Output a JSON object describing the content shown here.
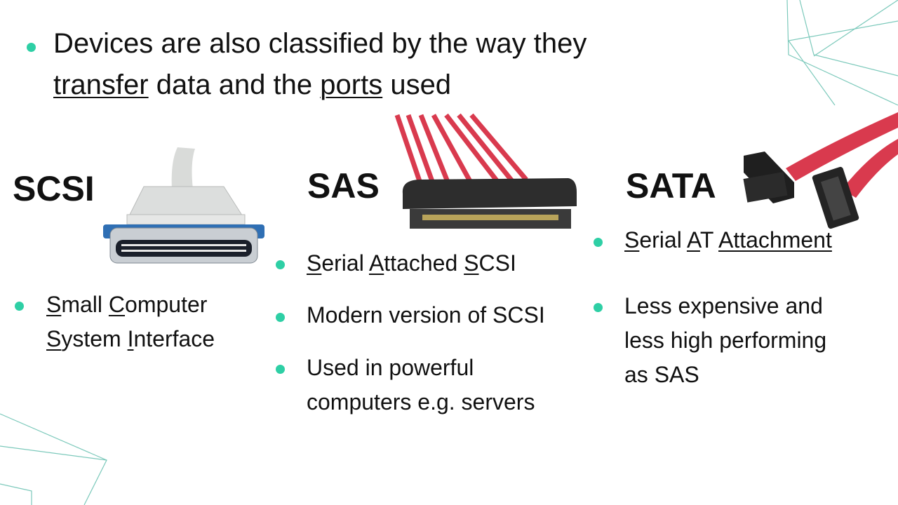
{
  "intro": {
    "line1": "Devices are also classified by the way they",
    "line2_link1": "transfer",
    "line2_mid": " data and the ",
    "line2_link2": "ports",
    "line2_end": " used"
  },
  "scsi": {
    "title": "SCSI",
    "b1_a": "S",
    "b1_b": "mall ",
    "b1_c": "C",
    "b1_d": "omputer",
    "b1_e": "S",
    "b1_f": "ystem ",
    "b1_g": "I",
    "b1_h": "nterface"
  },
  "sas": {
    "title": "SAS",
    "b1_a": "S",
    "b1_b": "erial ",
    "b1_c": "A",
    "b1_d": "ttached ",
    "b1_e": "S",
    "b1_f": "CSI",
    "b2": "Modern version of SCSI",
    "b3_l1": "Used in powerful",
    "b3_l2": "computers e.g. servers"
  },
  "sata": {
    "title": "SATA",
    "b1_a": "S",
    "b1_b": "erial ",
    "b1_c": "A",
    "b1_d": "T ",
    "b1_e": "Attachment",
    "b2_l1": "Less expensive and",
    "b2_l2": "less high performing",
    "b2_l3": "as SAS"
  },
  "colors": {
    "bullet": "#2ecfa5",
    "deco_lines": "#5fbfb0",
    "cable_red": "#d93a4e"
  },
  "icons": [
    "scsi-connector-image",
    "sas-cable-image",
    "sata-cable-image"
  ]
}
